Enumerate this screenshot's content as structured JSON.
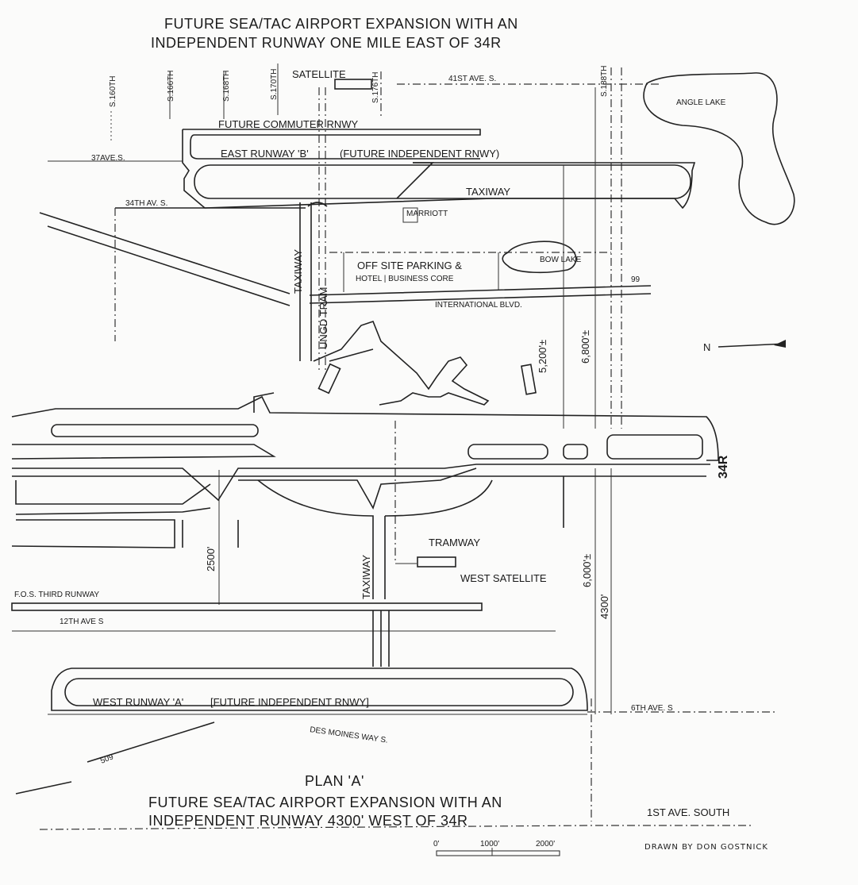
{
  "top_title": {
    "line1": "FUTURE SEA/TAC AIRPORT EXPANSION WITH AN",
    "line2": "INDEPENDENT RUNWAY ONE MILE EAST OF 34R"
  },
  "streets": {
    "s160": "S.160TH",
    "s166": "S.166TH",
    "s168": "S.168TH",
    "s170": "S.170TH",
    "s176": "S.176TH",
    "s188": "S.188TH",
    "ave41": "41ST AVE. S.",
    "ave37": "37AVE.S.",
    "ave34": "34TH AV. S.",
    "intl_blvd": "INTERNATIONAL BLVD.",
    "hwy99": "99",
    "ave12": "12TH AVE S",
    "ave6": "6TH AVE. S",
    "des_moines": "DES MOINES WAY S.",
    "sr509": "509",
    "ave1": "1ST AVE. SOUTH"
  },
  "features": {
    "satellite": "SATELLITE",
    "angle_lake": "ANGLE LAKE",
    "future_commuter": "FUTURE COMMUTER RNWY",
    "east_runway": "EAST RUNWAY 'B'",
    "east_runway_note": "(FUTURE INDEPENDENT RNWY)",
    "taxiway_east": "TAXIWAY",
    "marriott": "MARRIOTT",
    "taxiway_vertical": "TAXIWAY",
    "offsite_parking": "OFF SITE PARKING &",
    "hotel_core": "HOTEL | BUSINESS CORE",
    "bow_lake": "BOW LAKE",
    "ungd_tram": "UNGD TRAM",
    "runway_34r": "34R",
    "tramway": "TRAMWAY",
    "west_satellite": "WEST SATELLITE",
    "taxiway_west": "TAXIWAY",
    "third_runway": "F.O.S. THIRD RUNWAY",
    "west_runway": "WEST RUNWAY 'A'",
    "west_runway_note": "[FUTURE INDEPENDENT RNWY]",
    "north": "N"
  },
  "dimensions": {
    "d5200": "5,200'±",
    "d6800": "6,800'±",
    "d2500": "2500'",
    "d6000": "6,000'±",
    "d4300": "4300'"
  },
  "bottom_title": {
    "plan": "PLAN 'A'",
    "line1": "FUTURE SEA/TAC AIRPORT EXPANSION WITH AN",
    "line2": "INDEPENDENT RUNWAY 4300' WEST OF 34R"
  },
  "scale": {
    "s0": "0'",
    "s1000": "1000'",
    "s2000": "2000'"
  },
  "credit": "DRAWN BY DON GOSTNICK"
}
